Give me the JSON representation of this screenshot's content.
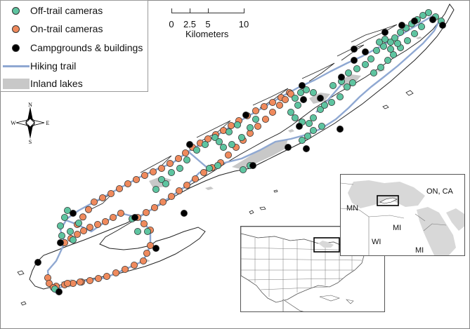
{
  "legend": {
    "items": [
      {
        "label": "Off-trail cameras",
        "kind": "dot",
        "color": "#5ec4a0"
      },
      {
        "label": "On-trail cameras",
        "kind": "dot",
        "color": "#ef8a5d"
      },
      {
        "label": "Campgrounds & buildings",
        "kind": "dot",
        "color": "#000000"
      },
      {
        "label": "Hiking trail",
        "kind": "line",
        "color": "#8fa8d2"
      },
      {
        "label": "Inland lakes",
        "kind": "lake",
        "color": "#c8c8c8"
      }
    ]
  },
  "scale_bar": {
    "ticks": [
      "0",
      "2.5",
      "5",
      "10"
    ],
    "unit": "Kilometers"
  },
  "compass": {
    "north": "N",
    "south": "S",
    "east": "E",
    "west": "W"
  },
  "inset": {
    "labels": {
      "mn": "MN",
      "on_ca": "ON, CA",
      "wi": "WI",
      "mi_upper": "MI",
      "mi_lower": "MI"
    }
  }
}
